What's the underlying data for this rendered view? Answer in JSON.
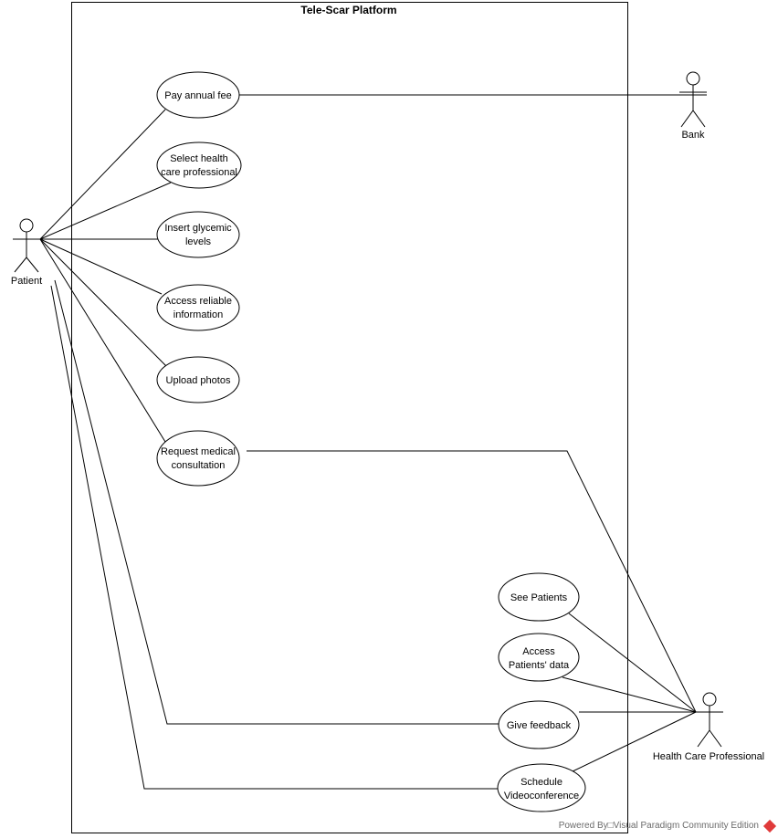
{
  "system": {
    "title": "Tele-Scar Platform"
  },
  "actors": {
    "patient": "Patient",
    "bank": "Bank",
    "hcp": "Health Care Professional"
  },
  "use_cases": {
    "pay_fee": [
      "Pay annual fee"
    ],
    "select_hcp": [
      "Select health",
      "care professional"
    ],
    "insert_glycemic": [
      "Insert glycemic",
      "levels"
    ],
    "access_info": [
      "Access reliable",
      "information"
    ],
    "upload_photos": [
      "Upload photos"
    ],
    "request_consult": [
      "Request medical",
      "consultation"
    ],
    "see_patients": [
      "See Patients"
    ],
    "access_patient_data": [
      "Access",
      "Patients' data"
    ],
    "give_feedback": [
      "Give feedback"
    ],
    "schedule_video": [
      "Schedule",
      "Videoconference"
    ]
  },
  "footer": {
    "text": "Powered By□Visual Paradigm Community Edition"
  }
}
